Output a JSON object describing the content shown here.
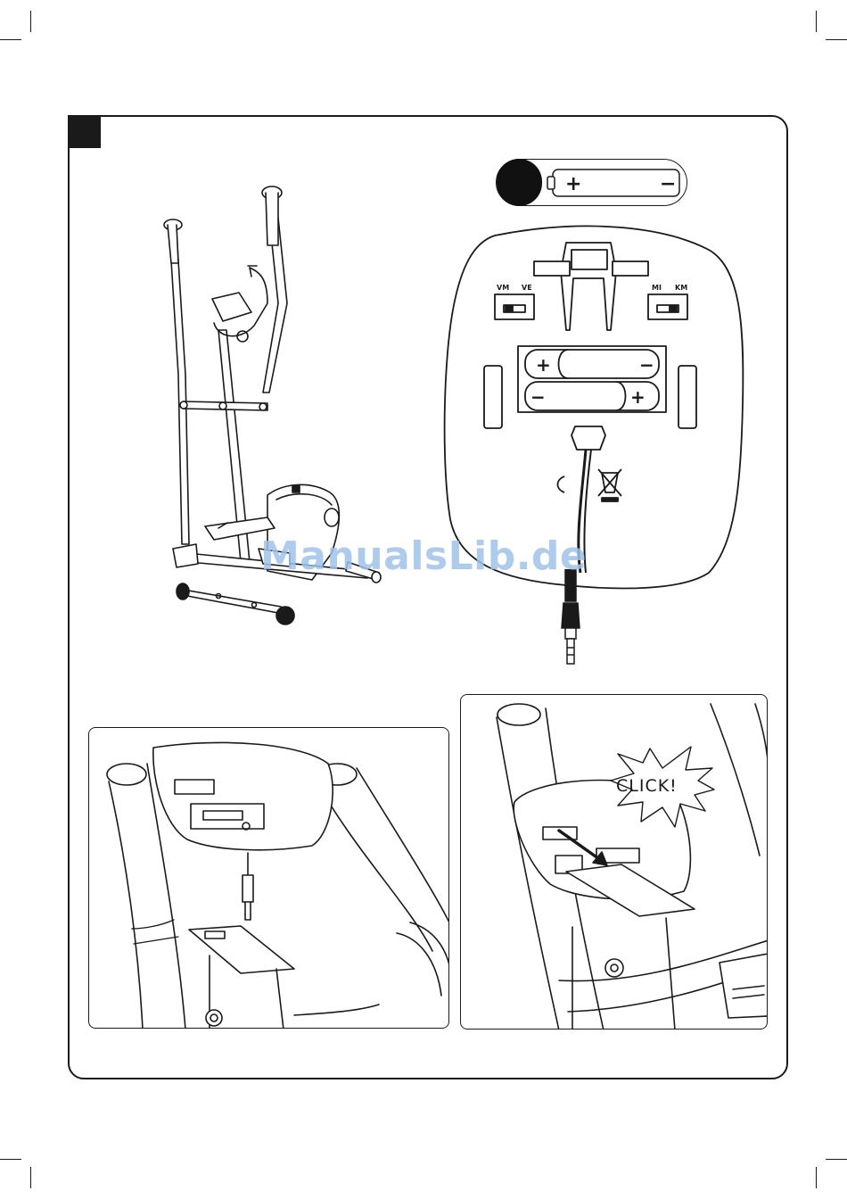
{
  "console_switch_left_labels": [
    "VM",
    "VE"
  ],
  "console_switch_right_labels": [
    "MI",
    "KM"
  ],
  "battery_symbols": {
    "plus": "+",
    "minus": "−"
  },
  "click_callout": "CLICK!",
  "watermark": "ManualsLib.de",
  "icons": [
    "battery-icon",
    "recycle-symbol-icon",
    "weee-crossed-bin-icon",
    "audio-jack-icon"
  ]
}
